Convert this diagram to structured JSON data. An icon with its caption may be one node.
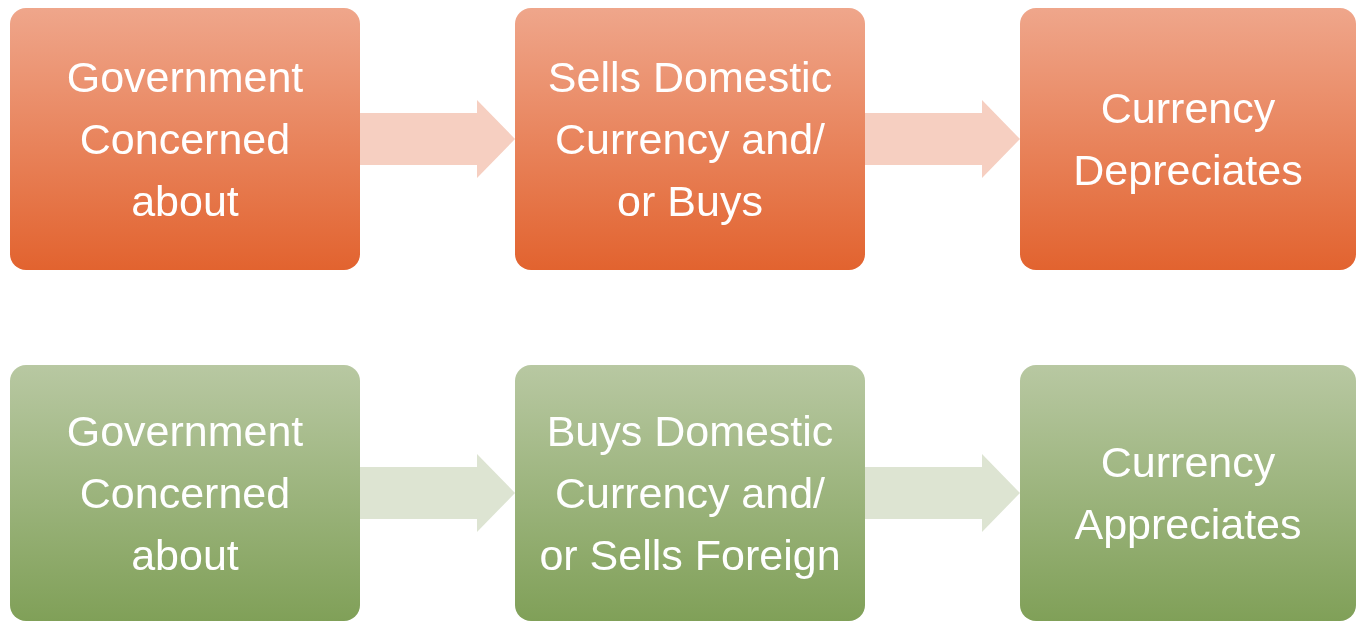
{
  "diagram": {
    "nodes": [
      {
        "text": [
          "Government Concerned about"
        ]
      },
      {
        "text": [
          "Sells Domestic Currency and/ or Buys"
        ]
      },
      {
        "text": [
          "Currency Depreciates"
        ]
      },
      {
        "text": [
          "Government Concerned about"
        ]
      },
      {
        "text": [
          "Buys Domestic Currency and/ or Sells Foreign"
        ]
      },
      {
        "text": [
          "Currency Appreciates"
        ]
      }
    ],
    "edges": [
      {
        "from": 0,
        "to": 1,
        "arrow": "to",
        "color": "#f6cfc1"
      },
      {
        "from": 1,
        "to": 2,
        "arrow": "to",
        "color": "#f6cfc1"
      },
      {
        "from": 3,
        "to": 4,
        "arrow": "to",
        "color": "#dde4d2"
      },
      {
        "from": 4,
        "to": 5,
        "arrow": "to",
        "color": "#dde4d2"
      }
    ]
  }
}
